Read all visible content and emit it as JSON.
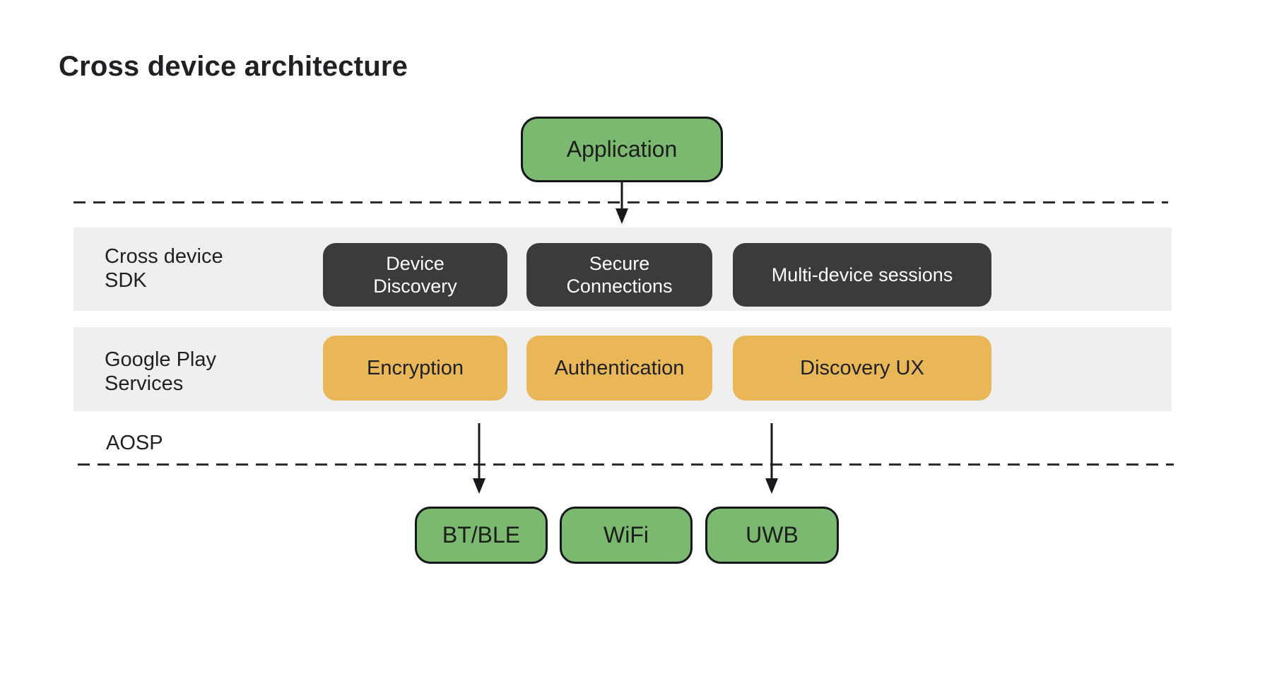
{
  "title": "Cross device architecture",
  "application": {
    "label": "Application"
  },
  "bands": [
    {
      "name": "cross-device-sdk",
      "label_lines": [
        "Cross device",
        "SDK"
      ],
      "boxes": [
        {
          "label": "Device Discovery",
          "lines": [
            "Device",
            "Discovery"
          ]
        },
        {
          "label": "Secure Connections",
          "lines": [
            "Secure",
            "Connections"
          ]
        },
        {
          "label": "Multi-device sessions",
          "lines": [
            "Multi-device sessions"
          ]
        }
      ]
    },
    {
      "name": "google-play-services",
      "label_lines": [
        "Google Play",
        "Services"
      ],
      "boxes": [
        {
          "label": "Encryption",
          "lines": [
            "Encryption"
          ]
        },
        {
          "label": "Authentication",
          "lines": [
            "Authentication"
          ]
        },
        {
          "label": "Discovery UX",
          "lines": [
            "Discovery UX"
          ]
        }
      ]
    }
  ],
  "aosp": {
    "label": "AOSP"
  },
  "radios": [
    {
      "label": "BT/BLE"
    },
    {
      "label": "WiFi"
    },
    {
      "label": "UWB"
    }
  ],
  "colors": {
    "node_green": "#7AB96F",
    "node_orange": "#E9B757",
    "node_dark": "#3B3B3B",
    "band_gray": "#EFEFEF",
    "ink": "#202124",
    "line": "#2A2C2E"
  }
}
